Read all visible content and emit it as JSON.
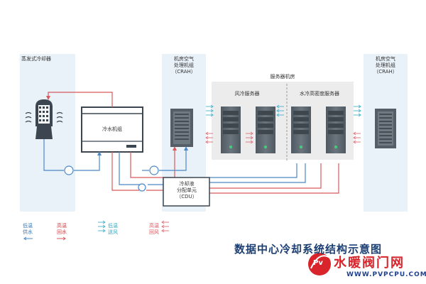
{
  "labels": {
    "evap_cooler": "蒸发式冷却器",
    "crah_left": [
      "机房空气",
      "处理机组",
      "（CRAH）"
    ],
    "crah_right": [
      "机房空气",
      "处理机组",
      "（CRAH）"
    ],
    "server_room": "服务器机房",
    "air_cooled": "风冷服务器",
    "water_cooled": "水冷高密度服务器",
    "chiller": "冷水机组",
    "cdu": [
      "冷却液",
      "分配单元",
      "（CDU）"
    ]
  },
  "legend": {
    "low_temp_supply": [
      "低温",
      "供水"
    ],
    "high_temp_return": [
      "高温",
      "回水"
    ],
    "low_temp_supply_air": [
      "低温",
      "送风"
    ],
    "high_temp_return_air": [
      "高温",
      "回风"
    ]
  },
  "title": "数据中心冷却系统结构示意图",
  "watermark": {
    "name": "水暖阀门网",
    "url": "WWW.PVPCPU.COM",
    "logo_text": "Pv"
  },
  "colors": {
    "supply_water": "#4a88c8",
    "return_water": "#d9595c",
    "supply_air": "#57b8d2",
    "return_air": "#e07d84",
    "panel": "#e9f2f9",
    "title": "#1c3f73",
    "watermark": "#d8242a"
  },
  "icons": [
    "evaporative-cooler-icon",
    "chiller-unit-icon",
    "crah-cabinet-icon",
    "server-rack-icon",
    "pump-icon"
  ]
}
